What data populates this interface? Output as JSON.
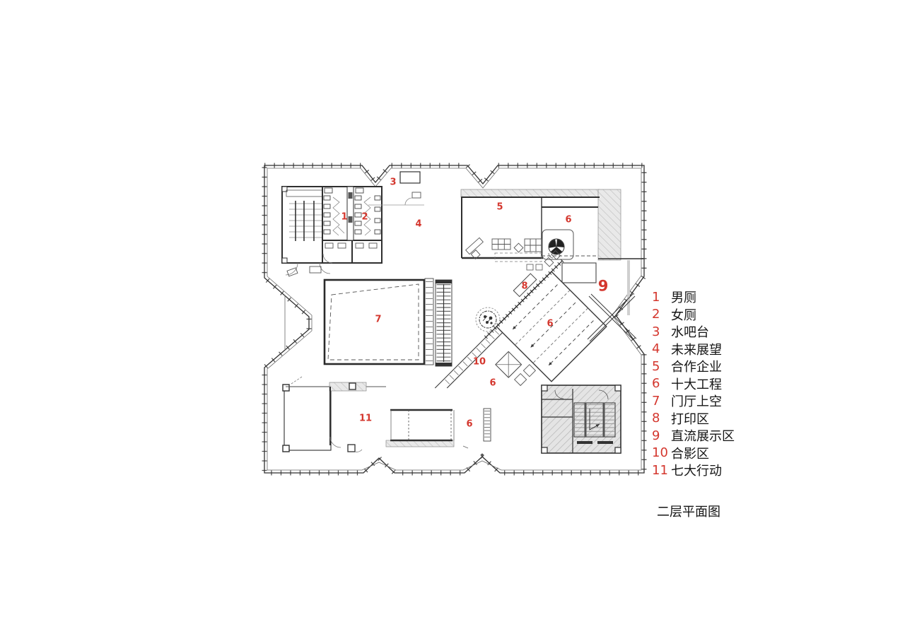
{
  "colors": {
    "label_red": "#d4372e",
    "line_dark": "#2f2f2f",
    "hatch_gray": "#e4e4e4"
  },
  "plan": {
    "room_labels": [
      {
        "text": "1"
      },
      {
        "text": "2"
      },
      {
        "text": "3"
      },
      {
        "text": "4"
      },
      {
        "text": "5"
      },
      {
        "text": "6"
      },
      {
        "text": "7"
      },
      {
        "text": "8"
      },
      {
        "text": "9"
      },
      {
        "text": "6"
      },
      {
        "text": "10"
      },
      {
        "text": "6"
      },
      {
        "text": "6"
      },
      {
        "text": "11"
      }
    ]
  },
  "legend": {
    "items": [
      {
        "num": "1",
        "label": "男厕"
      },
      {
        "num": "2",
        "label": "女厕"
      },
      {
        "num": "3",
        "label": "水吧台"
      },
      {
        "num": "4",
        "label": "未来展望"
      },
      {
        "num": "5",
        "label": "合作企业"
      },
      {
        "num": "6",
        "label": "十大工程"
      },
      {
        "num": "7",
        "label": "门厅上空"
      },
      {
        "num": "8",
        "label": "打印区"
      },
      {
        "num": "9",
        "label": "直流展示区"
      },
      {
        "num": "10",
        "label": "合影区"
      },
      {
        "num": "11",
        "label": "七大行动"
      }
    ]
  },
  "title": {
    "text": "二层平面图"
  }
}
